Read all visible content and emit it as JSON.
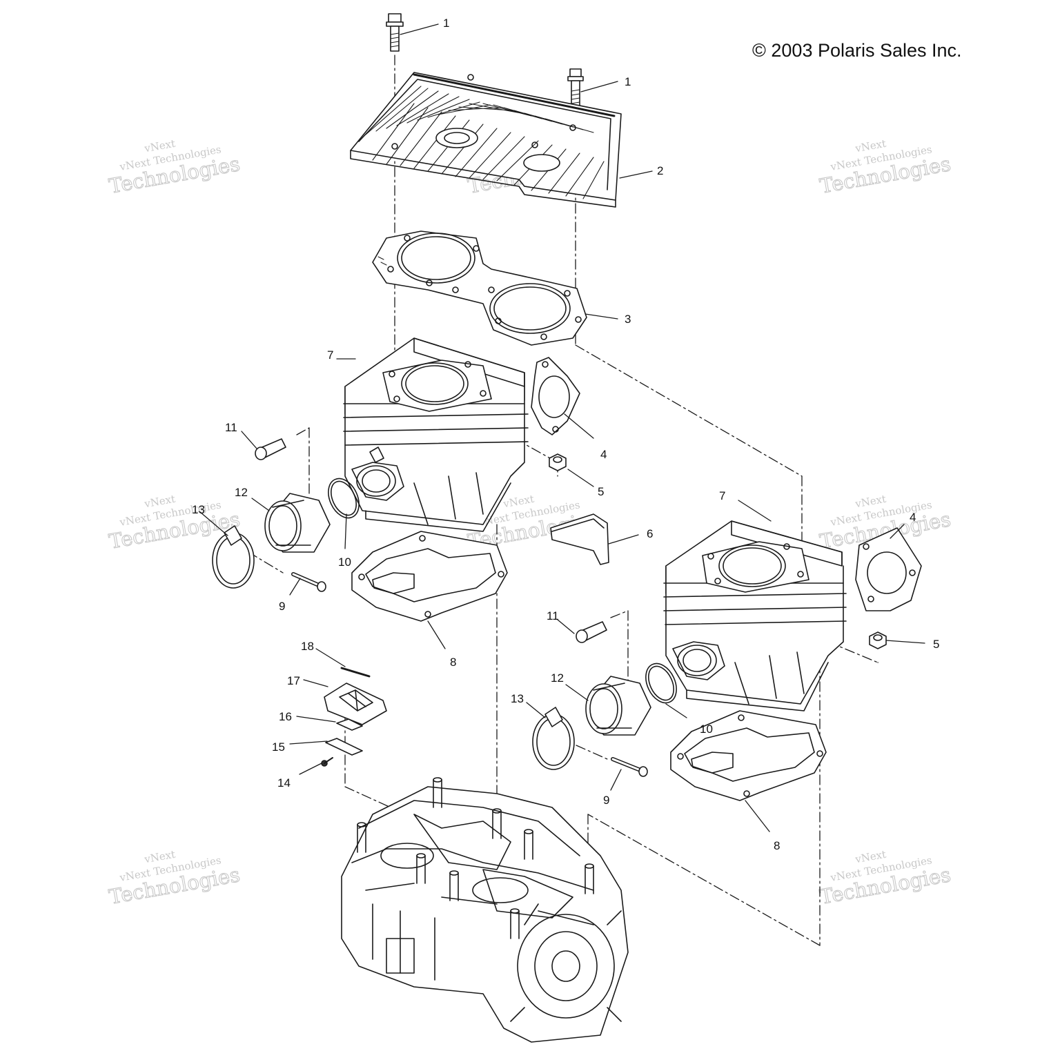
{
  "copyright": "© 2003 Polaris Sales Inc.",
  "watermark": {
    "line1": "vNext",
    "line2": "vNext Technologies",
    "line3": "Technologies"
  },
  "callouts": [
    "1",
    "1",
    "2",
    "3",
    "4",
    "4",
    "5",
    "5",
    "6",
    "7",
    "7",
    "8",
    "8",
    "9",
    "9",
    "10",
    "10",
    "11",
    "11",
    "12",
    "12",
    "13",
    "13",
    "14",
    "15",
    "16",
    "17",
    "18"
  ],
  "colors": {
    "line": "#1a1a1a",
    "watermark": "#c8c8c8",
    "background": "#ffffff"
  }
}
